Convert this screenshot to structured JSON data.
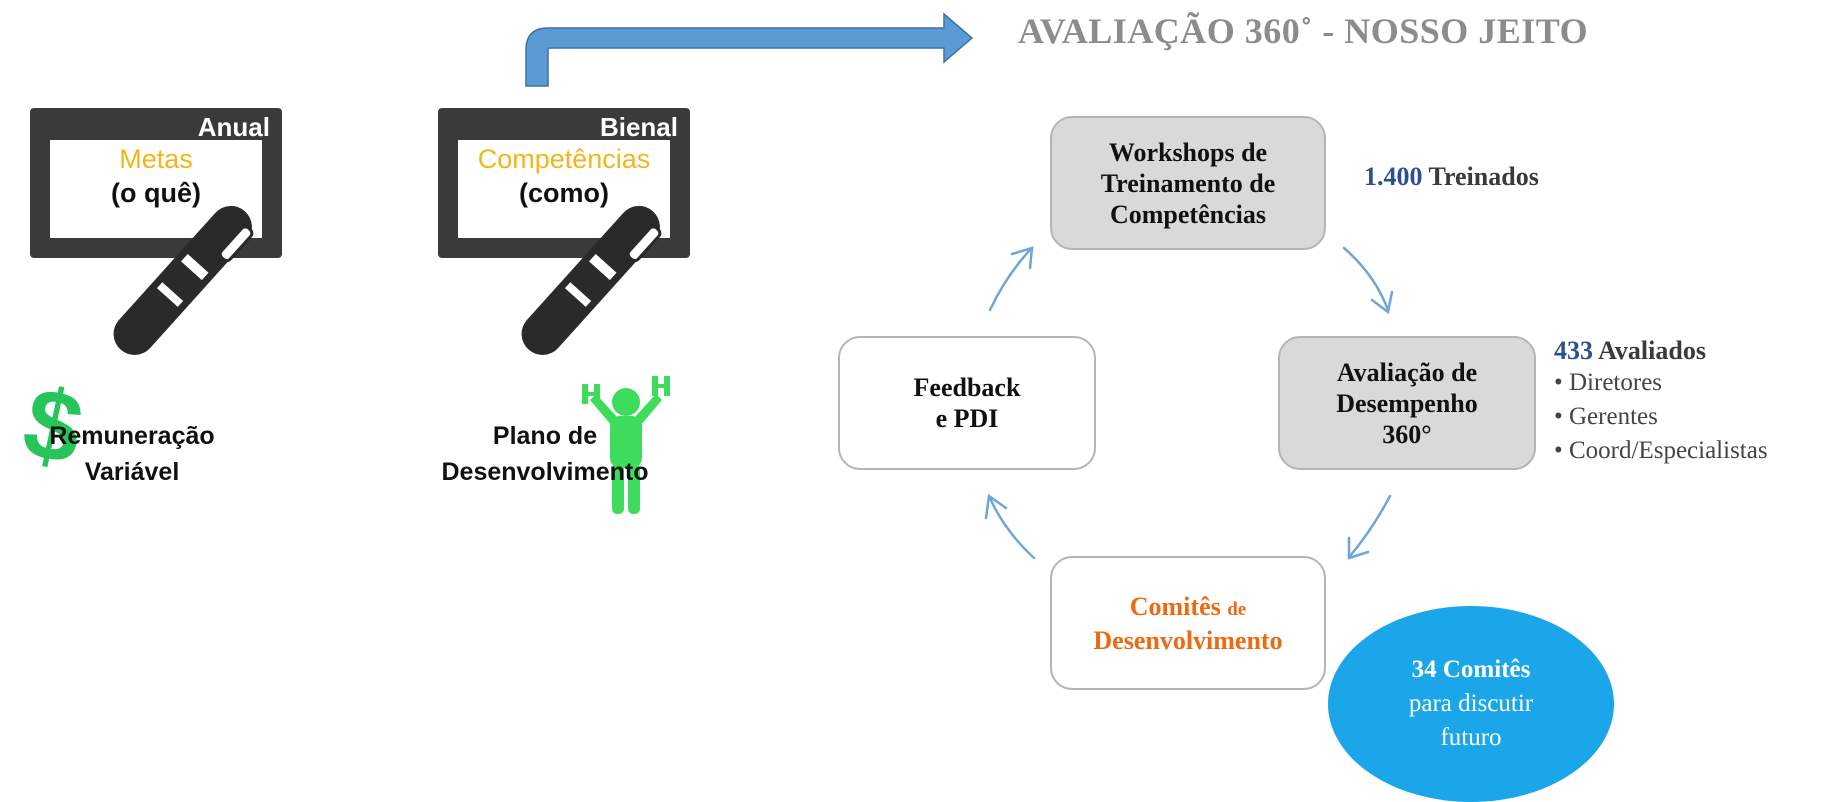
{
  "title": "AVALIAÇÃO 360˚ -  NOSSO JEITO",
  "colors": {
    "arrow_blue": "#5b9bd5",
    "cycle_arrow": "#6ea6d6",
    "bubble": "#1aa6e8",
    "accent_orange": "#ee6a12",
    "board_yellow": "#f2b61b",
    "dollar_green": "#27c45a",
    "figure_green": "#3ddc5c"
  },
  "left": {
    "annual": {
      "label": "Anual",
      "word": "Metas",
      "sub": "(o quê)",
      "caption_line1": "Remuneração",
      "caption_line2": "Variável",
      "icon": "dollar-icon"
    },
    "biennial": {
      "label": "Bienal",
      "word": "Competências",
      "sub": "(como)",
      "caption_line1": "Plano de",
      "caption_line2": "Desenvolvimento",
      "icon": "weightlifter-icon"
    }
  },
  "cycle": {
    "workshops": {
      "line1": "Workshops de",
      "line2": "Treinamento de",
      "line3": "Competências"
    },
    "avaliacao": {
      "line1": "Avaliação de",
      "line2": "Desempenho",
      "line3": "360°"
    },
    "comites": {
      "line1": "Comitês",
      "line1_small": "de",
      "line2": "Desenvolvimento"
    },
    "feedback": {
      "line1": "Feedback",
      "line2": "e PDI"
    }
  },
  "stats": {
    "treinados": {
      "number": "1.400",
      "label": "Treinados"
    },
    "avaliados": {
      "number": "433",
      "label": "Avaliados",
      "bullets": [
        "• Diretores",
        "• Gerentes",
        "• Coord/Especialistas"
      ]
    }
  },
  "bubble": {
    "line1": "34 Comitês",
    "line2": "para discutir",
    "line3": "futuro"
  }
}
